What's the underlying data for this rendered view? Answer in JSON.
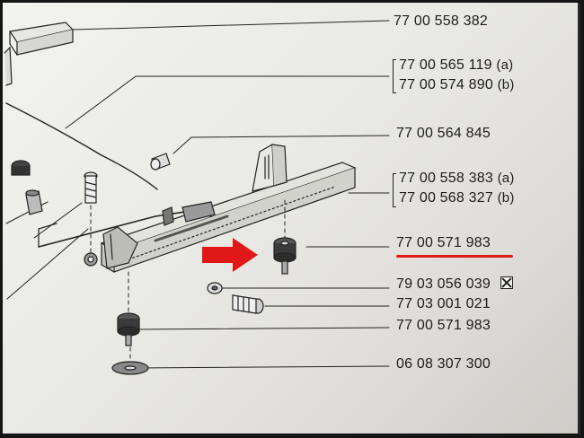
{
  "part_numbers": {
    "p1": "77 00 558 382",
    "p2a": "77 00 565 119",
    "p2a_suffix": "(a)",
    "p2b": "77 00 574 890",
    "p2b_suffix": "(b)",
    "p3": "77 00 564 845",
    "p4a": "77 00 558 383",
    "p4a_suffix": "(a)",
    "p4b": "77 00 568 327",
    "p4b_suffix": "(b)",
    "p5": "77 00 571 983",
    "p6": "79 03 056 039",
    "p7": "77 03 001 021",
    "p8": "77 00 571 983",
    "p9": "06 08 307 300"
  },
  "colors": {
    "highlight": "#e01818",
    "ink": "#1c1c1c"
  },
  "icons": {
    "highlight_arrow": "arrow-right",
    "replacement_mark": "boxed-x"
  }
}
